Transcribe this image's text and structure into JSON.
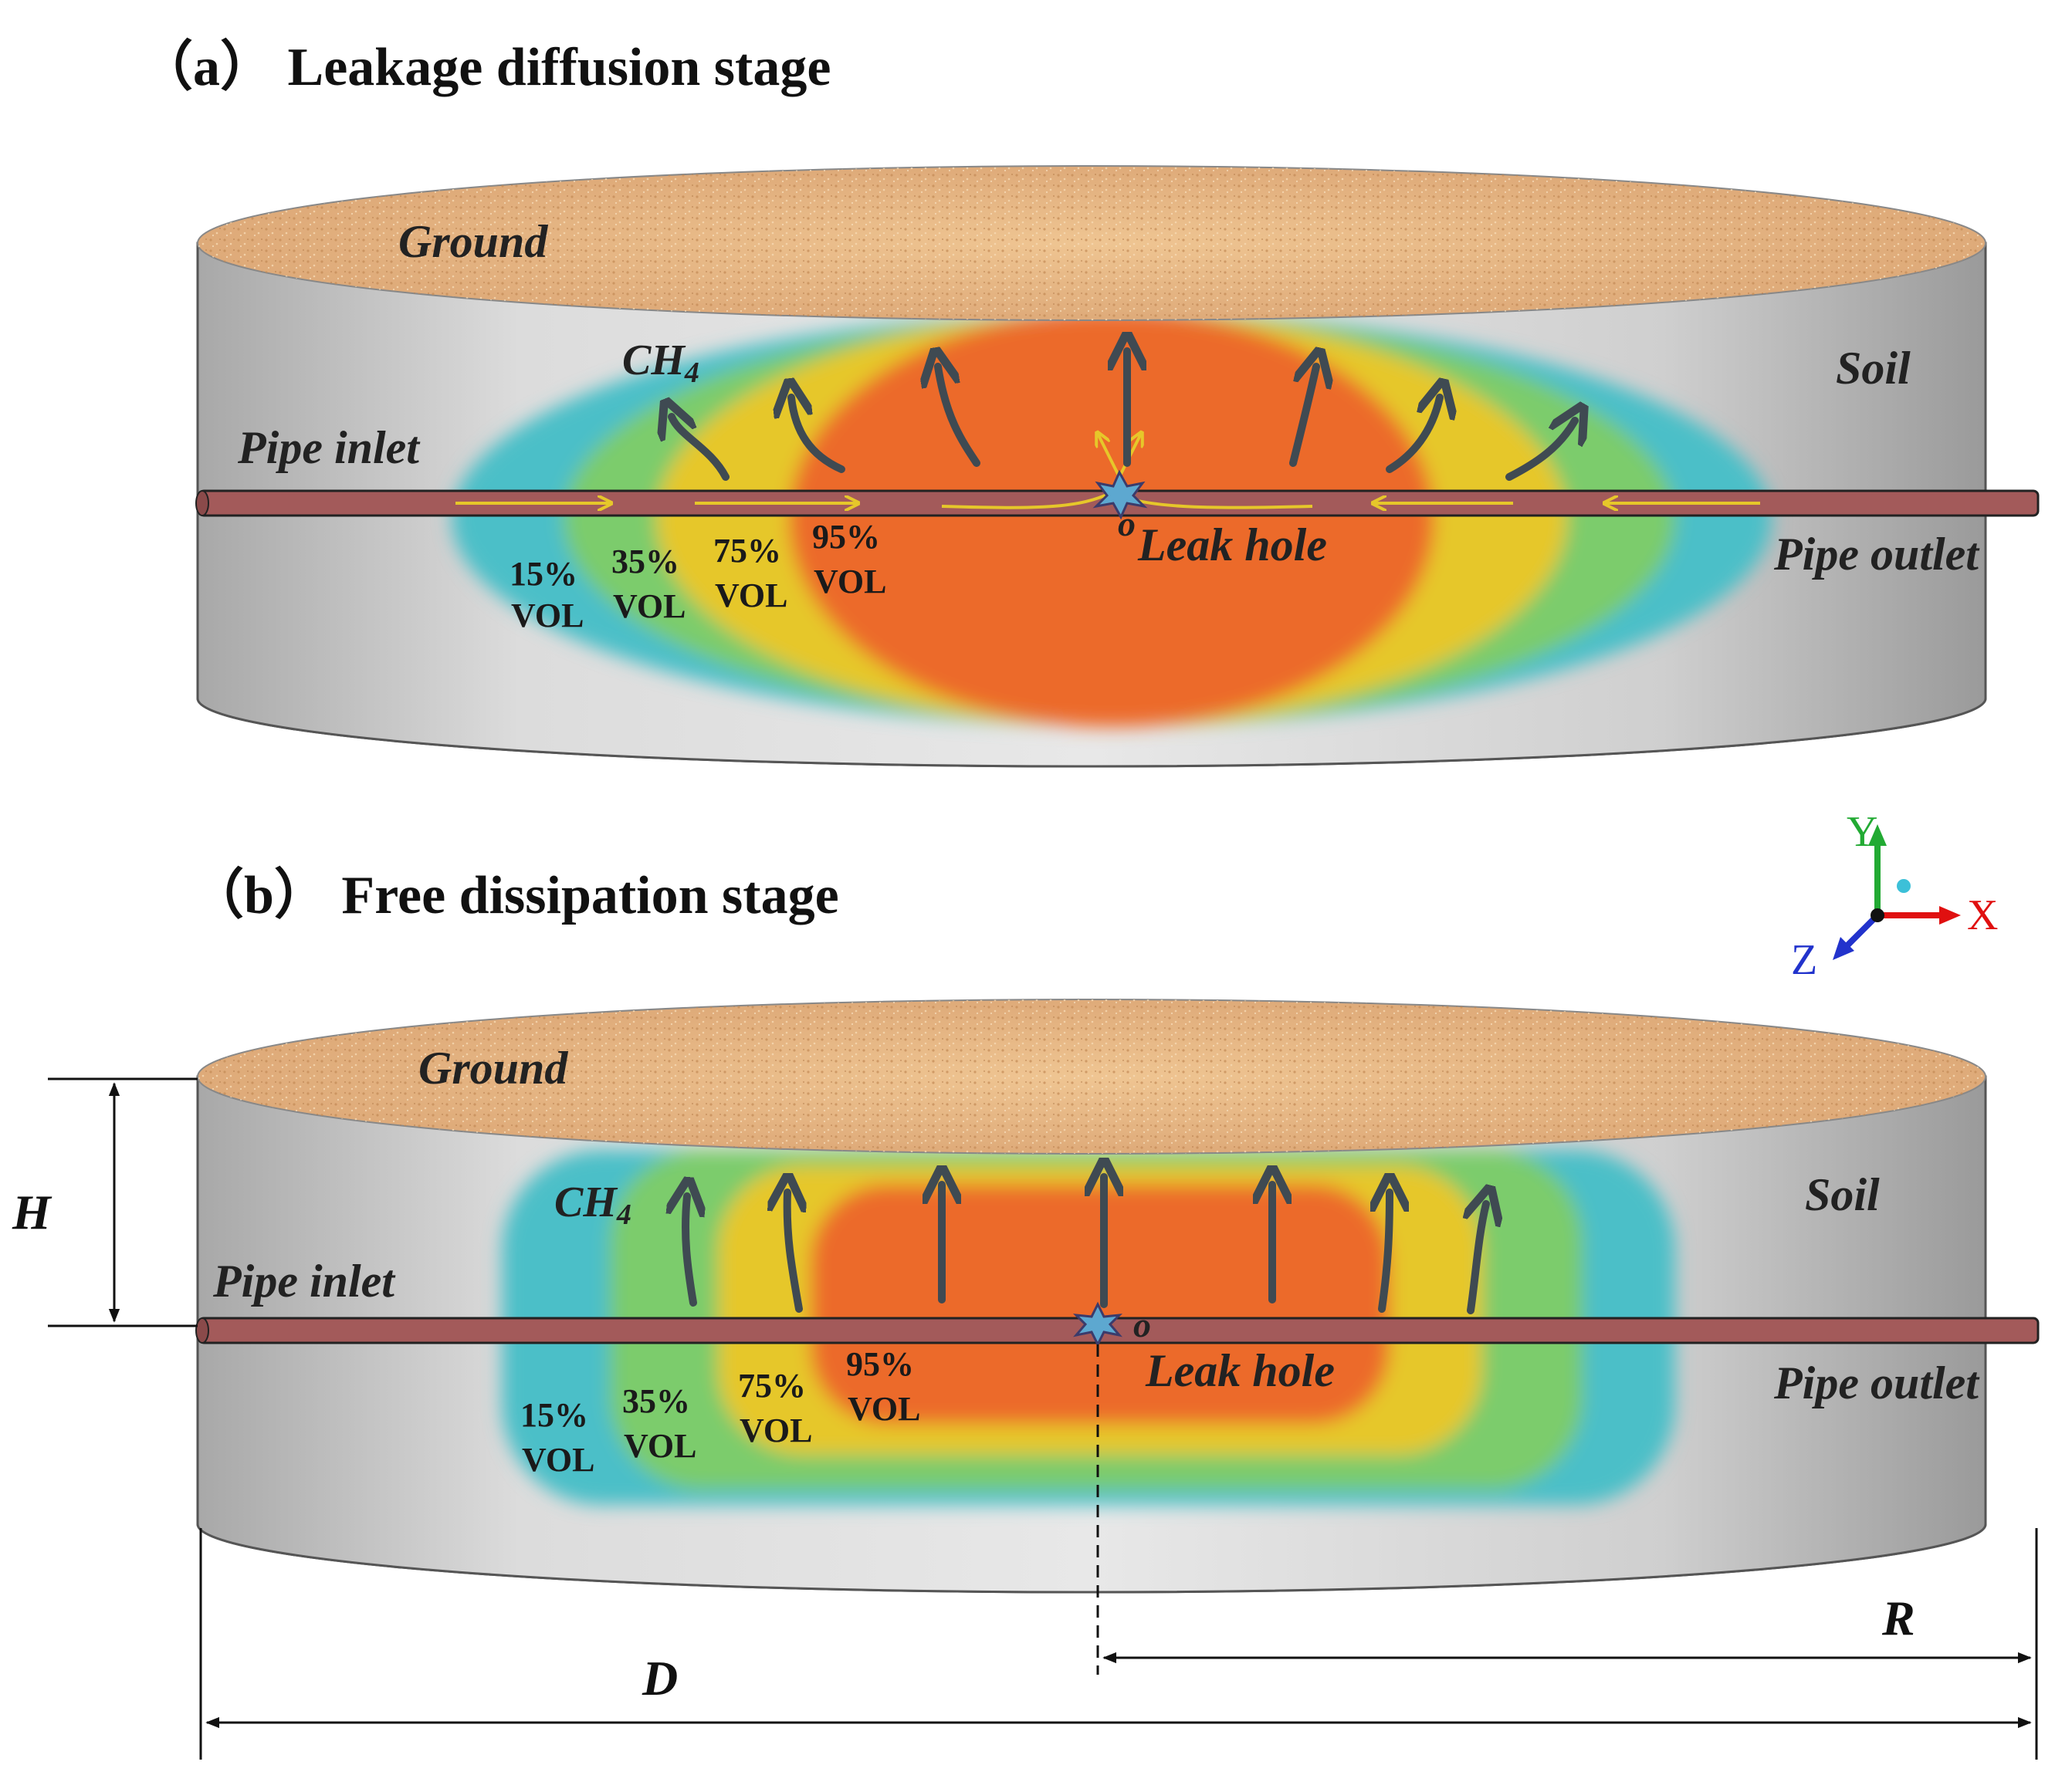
{
  "panel_a": {
    "title": "（a）  Leakage diffusion stage",
    "ground": "Ground",
    "soil": "Soil",
    "gas": "CH",
    "gas_sub": "4",
    "pipe_inlet": "Pipe inlet",
    "pipe_outlet": "Pipe outlet",
    "leak_hole": "Leak hole",
    "origin": "o",
    "bands": [
      {
        "pct": "15%",
        "unit": "VOL"
      },
      {
        "pct": "35%",
        "unit": "VOL"
      },
      {
        "pct": "75%",
        "unit": "VOL"
      },
      {
        "pct": "95%",
        "unit": "VOL"
      }
    ]
  },
  "panel_b": {
    "title": "（b）  Free dissipation stage",
    "ground": "Ground",
    "soil": "Soil",
    "gas": "CH",
    "gas_sub": "4",
    "pipe_inlet": "Pipe inlet",
    "pipe_outlet": "Pipe outlet",
    "leak_hole": "Leak hole",
    "origin": "o",
    "bands": [
      {
        "pct": "15%",
        "unit": "VOL"
      },
      {
        "pct": "35%",
        "unit": "VOL"
      },
      {
        "pct": "75%",
        "unit": "VOL"
      },
      {
        "pct": "95%",
        "unit": "VOL"
      }
    ]
  },
  "axes": {
    "x": "X",
    "y": "Y",
    "z": "Z"
  },
  "dimensions": {
    "h": "H",
    "r": "R",
    "d": "D"
  },
  "colors": {
    "c15": "#4cbfc8",
    "c35": "#7ccc6c",
    "c75": "#e6c72a",
    "c95": "#ec6a2a",
    "ground": "#e7b57f",
    "pipe": "#a35a5a",
    "arrow": "#3f4a52",
    "axis_x": "#e01010",
    "axis_y": "#22aa33",
    "axis_z": "#2233cc"
  }
}
